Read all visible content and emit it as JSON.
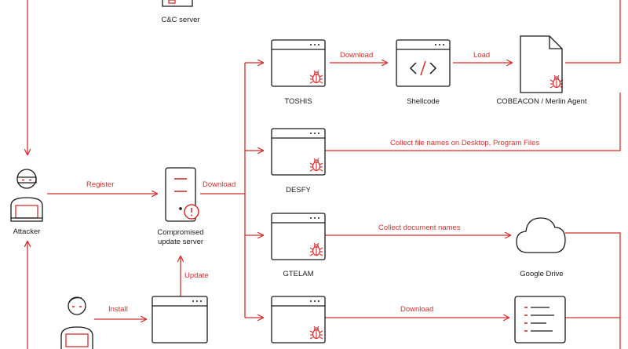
{
  "colors": {
    "accent": "#d32f2f",
    "stroke": "#1a1a1a",
    "background": "#ffffff"
  },
  "nodes": {
    "cc_server": "C&C server",
    "attacker": "Attacker",
    "compromised_server": "Compromised\nupdate server",
    "toshis": "TOSHIS",
    "shellcode": "Shellcode",
    "cobeacon": "COBEACON / Merlin Agent",
    "desfy": "DESFY",
    "gtelam": "GTELAM",
    "google_drive": "Google Drive"
  },
  "edges": {
    "register": "Register",
    "download_server": "Download",
    "download_toshis": "Download",
    "load": "Load",
    "collect_desktop": "Collect file names on Desktop, Program Files",
    "collect_documents": "Collect document names",
    "download_bottom": "Download",
    "update": "Update",
    "install": "Install"
  },
  "icons": {
    "bug": "bug-icon",
    "window": "browser-window-icon",
    "code": "code-icon",
    "file": "document-file-icon",
    "cloud": "cloud-icon",
    "server": "server-icon",
    "alert": "alert-icon",
    "user": "user-icon",
    "laptop": "laptop-icon",
    "list": "list-document-icon"
  }
}
